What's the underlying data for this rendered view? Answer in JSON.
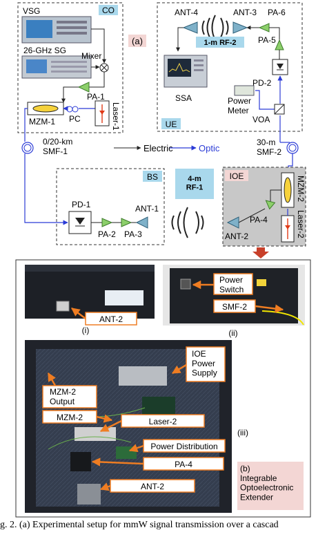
{
  "part_a": {
    "label": "(a)",
    "co": {
      "tag": "CO",
      "vsg": "VSG",
      "sg": "26-GHz SG",
      "mixer": "Mixer",
      "pa1": "PA-1",
      "mzm1": "MZM-1",
      "pc": "PC",
      "laser1": "Laser-1"
    },
    "ue": {
      "tag": "UE",
      "ant4": "ANT-4",
      "ant3": "ANT-3",
      "pa6": "PA-6",
      "pa5": "PA-5",
      "pd2": "PD-2",
      "rf2": "1-m RF-2",
      "ssa": "SSA",
      "power_meter": "Power\nMeter",
      "voa": "VOA"
    },
    "smf1": "0/20-km\nSMF-1",
    "smf2": "30-m\nSMF-2",
    "legend": {
      "electric": "Electric",
      "optic": "Optic"
    },
    "bs": {
      "tag": "BS",
      "pd1": "PD-1",
      "ant1": "ANT-1",
      "pa2": "PA-2",
      "pa3": "PA-3"
    },
    "rf1": "4-m\nRF-1",
    "ioe": {
      "tag": "IOE",
      "mzm2": "MZM-2",
      "laser2": "Laser-2",
      "pa4": "PA-4",
      "ant2": "ANT-2"
    }
  },
  "part_b": {
    "photo_i": {
      "tag": "(i)",
      "callout": "ANT-2"
    },
    "photo_ii": {
      "tag": "(ii)",
      "power_switch": "Power\nSwitch",
      "smf2": "SMF-2"
    },
    "photo_iii": {
      "tag": "(iii)",
      "ioe_supply": "IOE\nPower\nSupply",
      "mzm2_output": "MZM-2\nOutput",
      "mzm2": "MZM-2",
      "laser2": "Laser-2",
      "power_dist": "Power Distribution",
      "pa4": "PA-4",
      "ant2": "ANT-2"
    },
    "label": "(b)\nIntegrable\nOptoelectronic\nExtender"
  },
  "caption": "g. 2.   (a) Experimental setup for mmW signal transmission over a cascad",
  "colors": {
    "electric": "#222222",
    "optic": "#2b3bd6",
    "amp_fill": "#8ccf6a",
    "antenna_fill": "#7fb1c9",
    "tag_fill": "#a9d8ec",
    "label_fill": "#f3d6d4",
    "ioe_fill": "#c8c8c8",
    "callout": "#ef7d22",
    "laser_red": "#e03a17",
    "mzm_yellow": "#f6d23c"
  }
}
